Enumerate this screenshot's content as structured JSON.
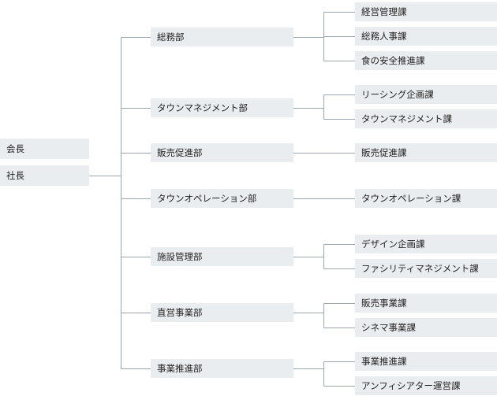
{
  "colors": {
    "box": "#eaedf0",
    "line": "#9aa6b0",
    "text": "#222222"
  },
  "executives": [
    {
      "label": "会長"
    },
    {
      "label": "社長"
    }
  ],
  "departments": [
    {
      "label": "総務部",
      "sections": [
        {
          "label": "経営管理課"
        },
        {
          "label": "総務人事課"
        },
        {
          "label": "食の安全推進課"
        }
      ]
    },
    {
      "label": "タウンマネジメント部",
      "sections": [
        {
          "label": "リーシング企画課"
        },
        {
          "label": "タウンマネジメント課"
        }
      ]
    },
    {
      "label": "販売促進部",
      "sections": [
        {
          "label": "販売促進課"
        }
      ]
    },
    {
      "label": "タウンオペレーション部",
      "sections": [
        {
          "label": "タウンオペレーション課"
        }
      ]
    },
    {
      "label": "施設管理部",
      "sections": [
        {
          "label": "デザイン企画課"
        },
        {
          "label": "ファシリティマネジメント課"
        }
      ]
    },
    {
      "label": "直営事業部",
      "sections": [
        {
          "label": "販売事業課"
        },
        {
          "label": "シネマ事業課"
        }
      ]
    },
    {
      "label": "事業推進部",
      "sections": [
        {
          "label": "事業推進課"
        },
        {
          "label": "アンフィシアター運営課"
        }
      ]
    }
  ]
}
